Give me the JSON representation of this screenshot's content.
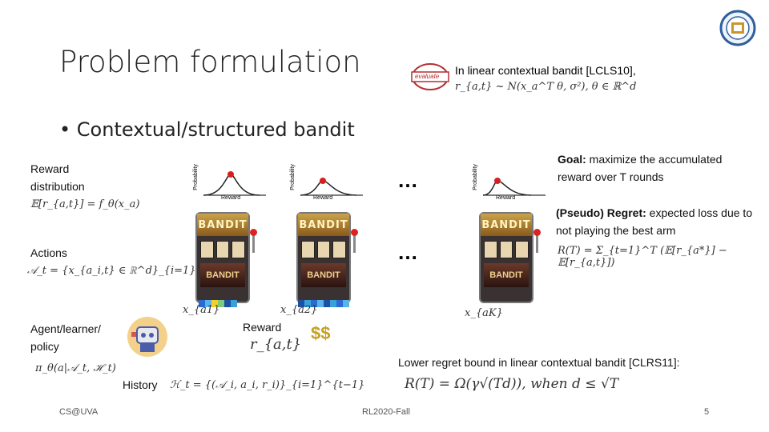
{
  "title": "Problem formulation",
  "bullet": "Contextual/structured bandit",
  "linear_note": {
    "text": "In linear contextual bandit [LCLS10],",
    "formula": "r_{a,t} ~ N(x_a^T θ, σ²), θ ∈ ℝ^d",
    "stamp_text": "evaluate"
  },
  "reward_distribution": {
    "label": "Reward distribution",
    "formula": "𝔼[r_{a,t}] = f_θ(x_a)"
  },
  "actions": {
    "label": "Actions",
    "formula": "𝒜_t = {x_{a_i,t} ∈ ℝ^d}_{i=1}^K"
  },
  "agent": {
    "label": "Agent/learner/ policy",
    "formula": "π_θ(a|𝒜_t, ℋ_t)"
  },
  "reward": {
    "label": "Reward",
    "formula": "r_{a,t}"
  },
  "history": {
    "label": "History",
    "formula": "ℋ_t = {(𝒜_i, a_i, r_i)}_{i=1}^{t−1}"
  },
  "goal": {
    "bold": "Goal:",
    "text": " maximize the accumulated reward over T rounds"
  },
  "regret": {
    "bold": "(Pseudo) Regret:",
    "text": " expected loss due to not playing the best arm",
    "formula": "R(T) = Σ_{t=1}^T (𝔼[r_{a*}] − 𝔼[r_{a,t}])"
  },
  "lower_bound": {
    "text": "Lower regret bound in linear contextual bandit [CLRS11]:",
    "formula": "R(T) = Ω(γ√(Td)), when d ≤ √T"
  },
  "plot": {
    "xlabel": "Reward",
    "ylabel": "Probability"
  },
  "machine_text": {
    "top": "BANDIT",
    "bottom": "BANDIT"
  },
  "ellipsis": "…",
  "arm_labels": [
    "x_{a1}",
    "x_{a2}",
    "x_{aK}"
  ],
  "footer": {
    "left": "CS@UVA",
    "center": "RL2020-Fall",
    "page": "5"
  },
  "colors": {
    "red": "#d62020",
    "gauss": "#222222"
  }
}
